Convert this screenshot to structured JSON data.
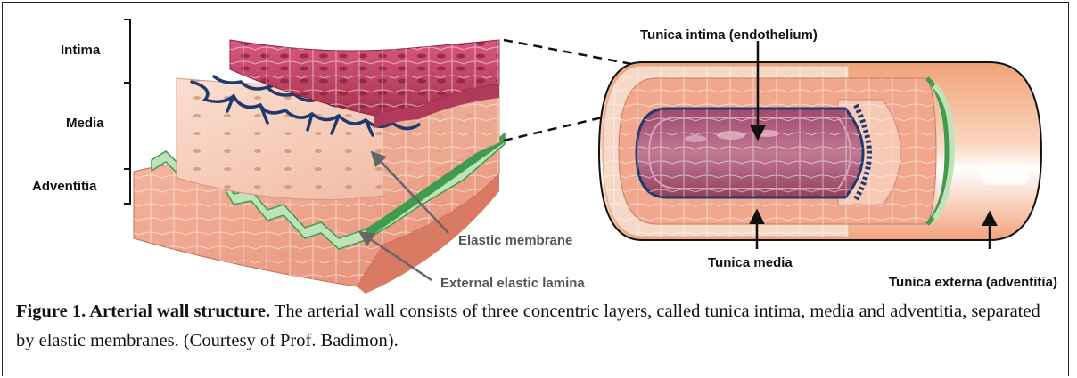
{
  "left_labels": {
    "intima": "Intima",
    "media": "Media",
    "adventitia": "Adventitia"
  },
  "arrow_labels": {
    "elastic_membrane": "Elastic membrane",
    "external_elastic_lamina": "External elastic lamina"
  },
  "vessel_labels": {
    "tunica_intima": "Tunica intima (endothelium)",
    "tunica_media": "Tunica media",
    "tunica_externa": "Tunica externa (adventitia)"
  },
  "caption": {
    "bold": "Figure 1. Arterial wall structure.",
    "text": " The arterial wall consists of three concentric layers, called tunica intima, media and adventitia, separated by elastic membranes. (Courtesy of Prof. Badimon)."
  },
  "colors": {
    "intima": "#c44a6e",
    "media": "#f2c2ae",
    "adventitia": "#f0a38e",
    "elastic": "#3f9b4d",
    "fibers": "#1e3a6e",
    "outer_tube": "#f5b48c"
  }
}
